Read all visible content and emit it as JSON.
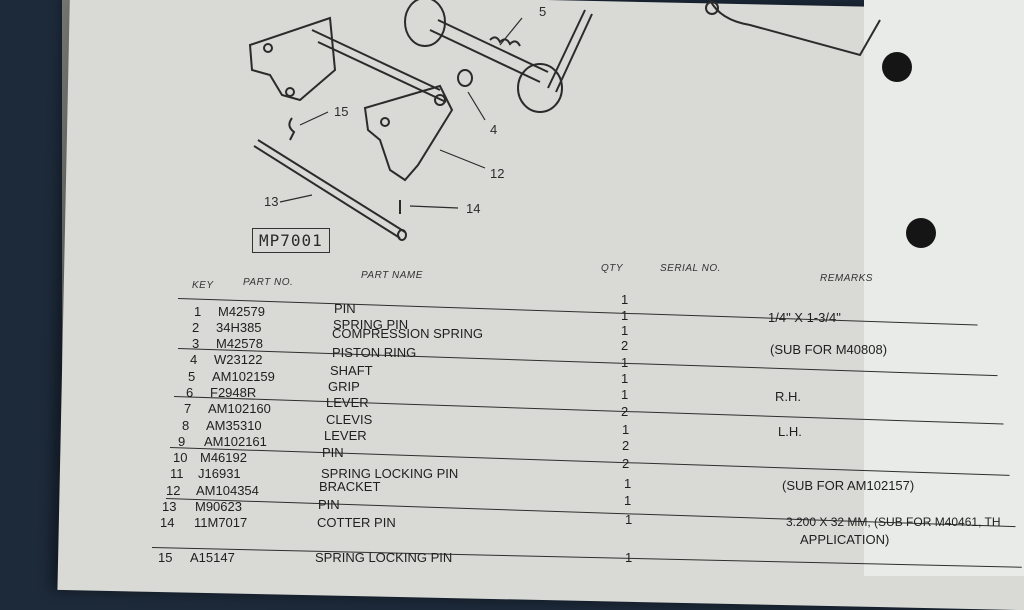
{
  "figure": {
    "code": "MP7001",
    "callouts": [
      "15",
      "5",
      "4",
      "12",
      "13",
      "14"
    ]
  },
  "table": {
    "headers": {
      "key": "KEY",
      "part_no": "PART NO.",
      "part_name": "PART NAME",
      "qty": "QTY",
      "serial_no": "SERIAL NO.",
      "remarks": "REMARKS"
    },
    "rows": [
      {
        "key": "1",
        "part_no": "M42579",
        "part_name": "PIN",
        "qty": "1",
        "remarks": ""
      },
      {
        "key": "2",
        "part_no": "34H385",
        "part_name": "SPRING PIN",
        "qty": "1",
        "remarks": "1/4\" X 1-3/4\""
      },
      {
        "key": "3",
        "part_no": "M42578",
        "part_name": "COMPRESSION SPRING",
        "qty": "1",
        "remarks": ""
      },
      {
        "key": "4",
        "part_no": "W23122",
        "part_name": "PISTON RING",
        "qty": "2",
        "remarks": "(SUB FOR M40808)"
      },
      {
        "key": "5",
        "part_no": "AM102159",
        "part_name": "SHAFT",
        "qty": "1",
        "remarks": ""
      },
      {
        "key": "6",
        "part_no": "F2948R",
        "part_name": "GRIP",
        "qty": "1",
        "remarks": ""
      },
      {
        "key": "7",
        "part_no": "AM102160",
        "part_name": "LEVER",
        "qty": "1",
        "remarks": "R.H."
      },
      {
        "key": "8",
        "part_no": "AM35310",
        "part_name": "CLEVIS",
        "qty": "2",
        "remarks": ""
      },
      {
        "key": "9",
        "part_no": "AM102161",
        "part_name": "LEVER",
        "qty": "1",
        "remarks": "L.H."
      },
      {
        "key": "10",
        "part_no": "M46192",
        "part_name": "PIN",
        "qty": "2",
        "remarks": ""
      },
      {
        "key": "11",
        "part_no": "J16931",
        "part_name": "SPRING LOCKING PIN",
        "qty": "2",
        "remarks": ""
      },
      {
        "key": "12",
        "part_no": "AM104354",
        "part_name": "BRACKET",
        "qty": "1",
        "remarks": "(SUB FOR AM102157)"
      },
      {
        "key": "13",
        "part_no": "M90623",
        "part_name": "PIN",
        "qty": "1",
        "remarks": ""
      },
      {
        "key": "14",
        "part_no": "11M7017",
        "part_name": "COTTER PIN",
        "qty": "1",
        "remarks": "3.200 X 32 MM, (SUB FOR M40461, TH",
        "remarks2": "APPLICATION)"
      },
      {
        "key": "15",
        "part_no": "A15147",
        "part_name": "SPRING LOCKING PIN",
        "qty": "1",
        "remarks": ""
      }
    ]
  }
}
